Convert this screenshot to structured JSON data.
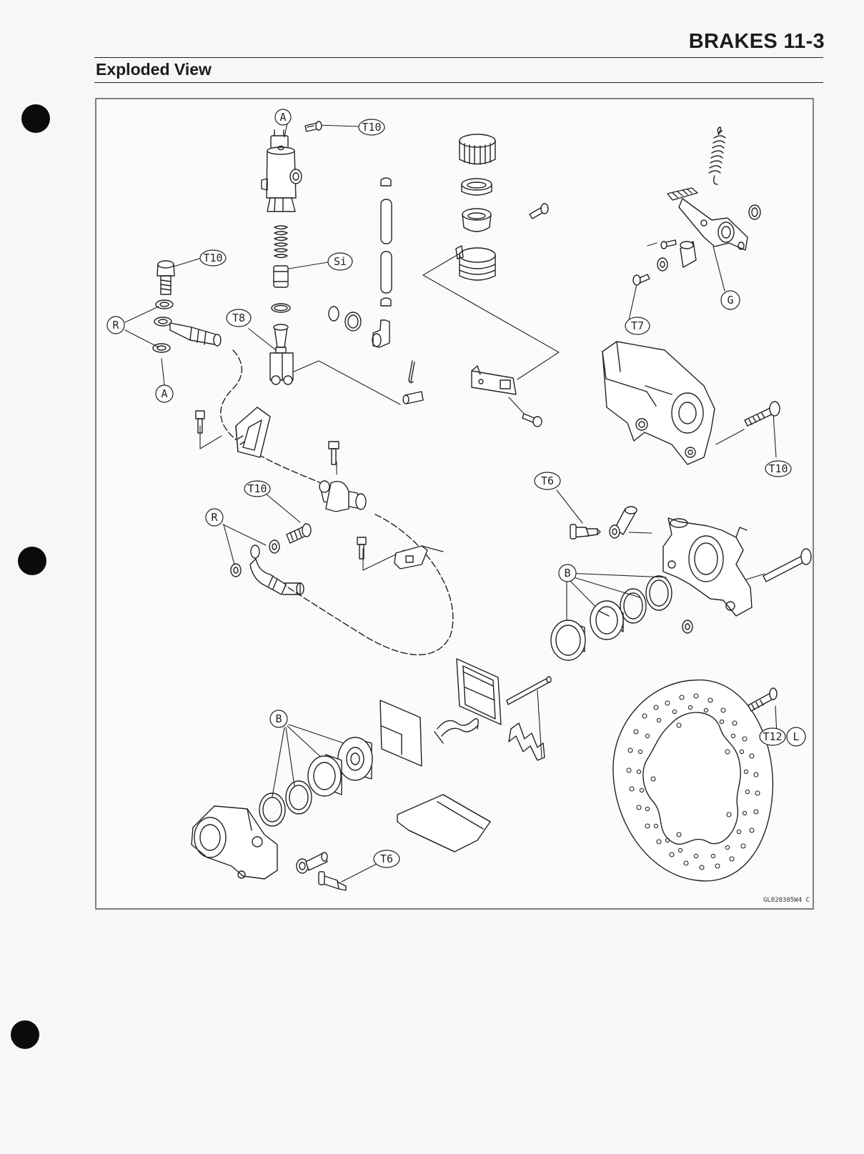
{
  "header": {
    "page_number": "BRAKES 11-3",
    "section_title": "Exploded View"
  },
  "figure": {
    "callouts": {
      "a_top": "A",
      "t10_top": "T10",
      "t10_banjo": "T10",
      "si": "Si",
      "r_upper": "R",
      "t8": "T8",
      "a_lower": "A",
      "t7": "T7",
      "g": "G",
      "t10_right": "T10",
      "t10_middle": "T10",
      "r_lower": "R",
      "t6_right": "T6",
      "b_right": "B",
      "b_left": "B",
      "t6_bottom": "T6",
      "t12": "T12",
      "l": "L"
    },
    "drawing_code": "GL020305W4 C"
  }
}
